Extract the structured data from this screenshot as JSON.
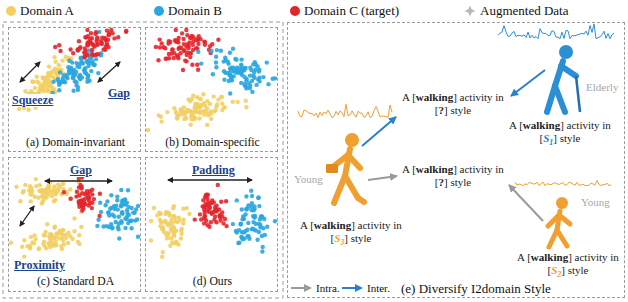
{
  "diagram": {
    "nodes": [
      {
        "text": [
          "(a) Domain-invariant",
          "Squeeze",
          "Gap"
        ]
      },
      {
        "text": [
          "(b) Domain-specific"
        ]
      },
      {
        "text": [
          "(c) Standard DA",
          "Gap",
          "Proximity"
        ]
      },
      {
        "text": [
          "(d) Ours",
          "Padding"
        ]
      },
      {
        "text": [
          "A [walking] activity in [S1] style",
          "Elderly",
          "A [walking] activity in [?] style",
          "Young",
          "A [walking] activity in [?] style",
          "A [walking] activity in [S3] style",
          "Young",
          "A [walking] activity in [S2] style",
          "(e) Diversify I2domain Style"
        ]
      }
    ],
    "legend": [
      {
        "text": "Domain A",
        "color": "#f3cf63"
      },
      {
        "text": "Domain B",
        "color": "#2aa6e0"
      },
      {
        "text": "Domain C (target)",
        "color": "#e3262c"
      },
      {
        "text": "Augmented Data"
      },
      {
        "text": "Intra."
      },
      {
        "text": "Inter."
      }
    ]
  }
}
